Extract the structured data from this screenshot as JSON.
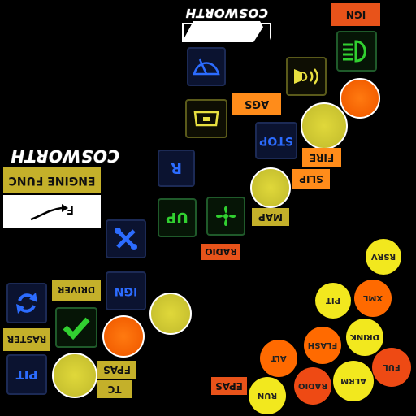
{
  "brand": {
    "logo_text_top": "COSWORTH",
    "logo_text_left": "COSWORTH"
  },
  "panel": {
    "engine_func_label": "ENGINE FUNC",
    "gear_indicator": "F"
  },
  "tiles": {
    "ign_label": "IGN",
    "driver_label": "DRIVER",
    "raster_label": "RASTER",
    "pit_label": "PIT",
    "r_label": "R",
    "up_label": "UP",
    "stop_label": "STOP"
  },
  "labels": {
    "ign_top": "IGN",
    "ags": "AGS",
    "fire": "FIRE",
    "slip": "SLIP",
    "map": "MAP",
    "radio": "RADIO",
    "fpas": "FPAS",
    "tc": "TC",
    "epas": "EPAS"
  },
  "buttons": {
    "rsrv": "RSRV",
    "pit": "PIT",
    "xml": "XML",
    "drink": "DRINK",
    "flash": "FLASH",
    "alt": "ALT",
    "ful": "FUL",
    "alrm": "ALRM",
    "radio": "RADIO",
    "run": "RUN"
  },
  "colors": {
    "blue": "#2c6cff",
    "green": "#31d030",
    "yellow": "#e8e040",
    "orange": "#ff8c1a",
    "red": "#e8531a"
  }
}
